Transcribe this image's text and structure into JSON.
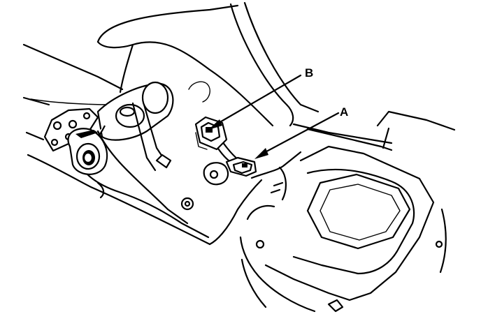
{
  "callouts": [
    {
      "letter": "A",
      "part": "connector"
    },
    {
      "letter": "B",
      "part": "connector"
    }
  ]
}
